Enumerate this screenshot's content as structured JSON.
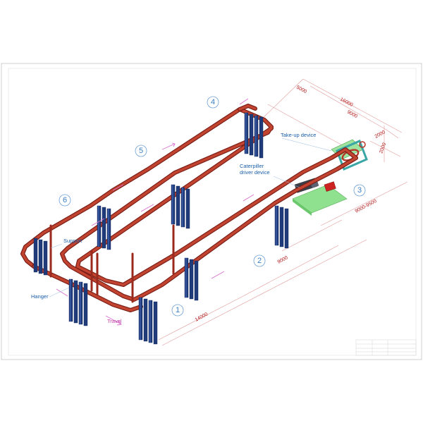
{
  "labels": {
    "take_up": "Take-up device",
    "caterpillar_1": "Caterpiller",
    "caterpillar_2": "driver device",
    "support": "Support",
    "hanger": "Hanger",
    "travel": "Travel"
  },
  "section_numbers": [
    "1",
    "2",
    "3",
    "4",
    "5",
    "6"
  ],
  "dimensions": {
    "d5000": "5000",
    "d16000": "16000",
    "d9000_top": "9000",
    "d2000_a": "2000",
    "d2000_b": "2000",
    "d9000_9500": "9000-9500",
    "d9000_right": "9000",
    "d14000": "14000"
  },
  "colors": {
    "rail": "#b5372a",
    "rail_dark": "#7a1f17",
    "hanger_blue": "#1f3b7a",
    "hanger_blue_light": "#3c5ca8",
    "frame": "#c8c8c8",
    "dim_line": "#d06060",
    "green_platform": "#7ed67e",
    "takeup_teal": "#3ba6a6",
    "arrow_pink": "#d86fcf",
    "circle_stroke": "#6a9fd6"
  },
  "icons": [
    "hanger-icon",
    "support-post-icon",
    "travel-arrow-icon",
    "drive-unit-icon"
  ]
}
